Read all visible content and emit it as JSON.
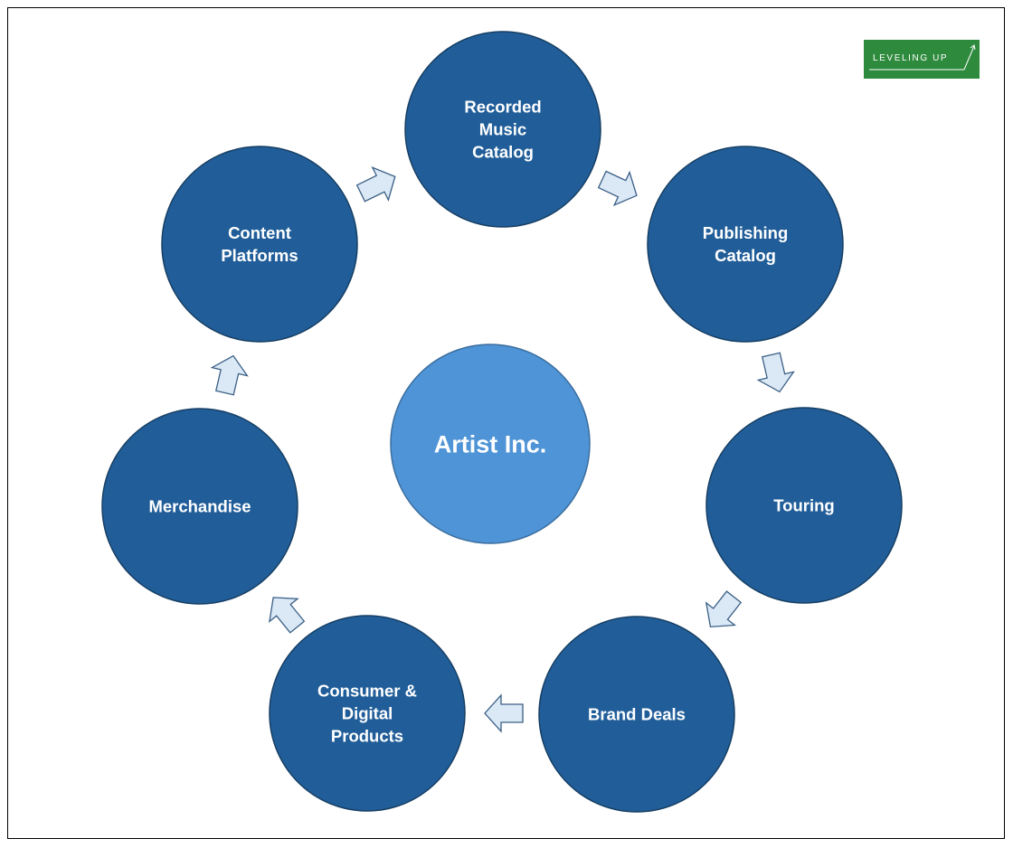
{
  "diagram": {
    "hub": {
      "label": "Artist Inc.",
      "color": "#4e94d6"
    },
    "node_color": "#215e99",
    "arrow_fill": "#dbe8f5",
    "nodes": [
      {
        "lines": [
          "Recorded",
          "Music",
          "Catalog"
        ]
      },
      {
        "lines": [
          "Publishing",
          "Catalog"
        ]
      },
      {
        "lines": [
          "Touring"
        ]
      },
      {
        "lines": [
          "Brand Deals"
        ]
      },
      {
        "lines": [
          "Consumer &",
          "Digital",
          "Products"
        ]
      },
      {
        "lines": [
          "Merchandise"
        ]
      },
      {
        "lines": [
          "Content",
          "Platforms"
        ]
      }
    ]
  },
  "logo": {
    "text": "LEVELING UP",
    "color": "#2e8b3d"
  }
}
